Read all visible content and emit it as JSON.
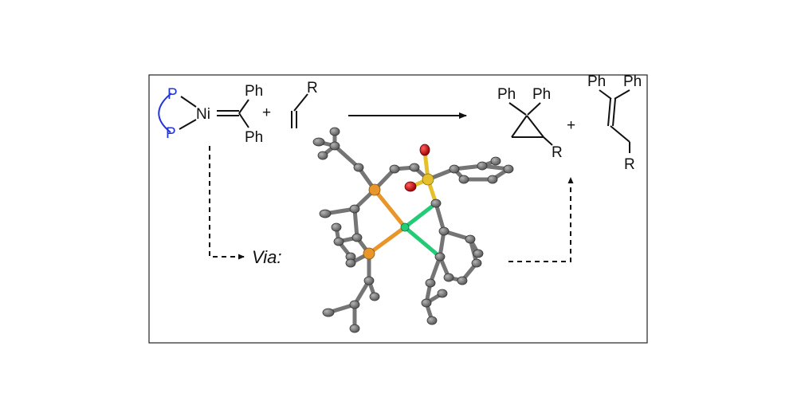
{
  "figure": {
    "reactant_complex": {
      "ligand_p_top": "P",
      "ligand_p_bottom": "P",
      "metal": "Ni",
      "substituent_top": "Ph",
      "substituent_bottom": "Ph"
    },
    "plus_1": "+",
    "alkene": {
      "substituent": "R"
    },
    "product_cyclopropane": {
      "ph_left": "Ph",
      "ph_right": "Ph",
      "substituent": "R"
    },
    "plus_2": "+",
    "product_alkene": {
      "ph_left": "Ph",
      "ph_right": "Ph",
      "substituent": "R"
    },
    "via_label": "Via:",
    "colors": {
      "phosphorus_ligand": "#2233dd",
      "carbon": "#757575",
      "phosphorus_atom": "#e8952a",
      "nickel": "#22cc77",
      "sulfur": "#e6c02a",
      "oxygen": "#cc1111"
    }
  }
}
